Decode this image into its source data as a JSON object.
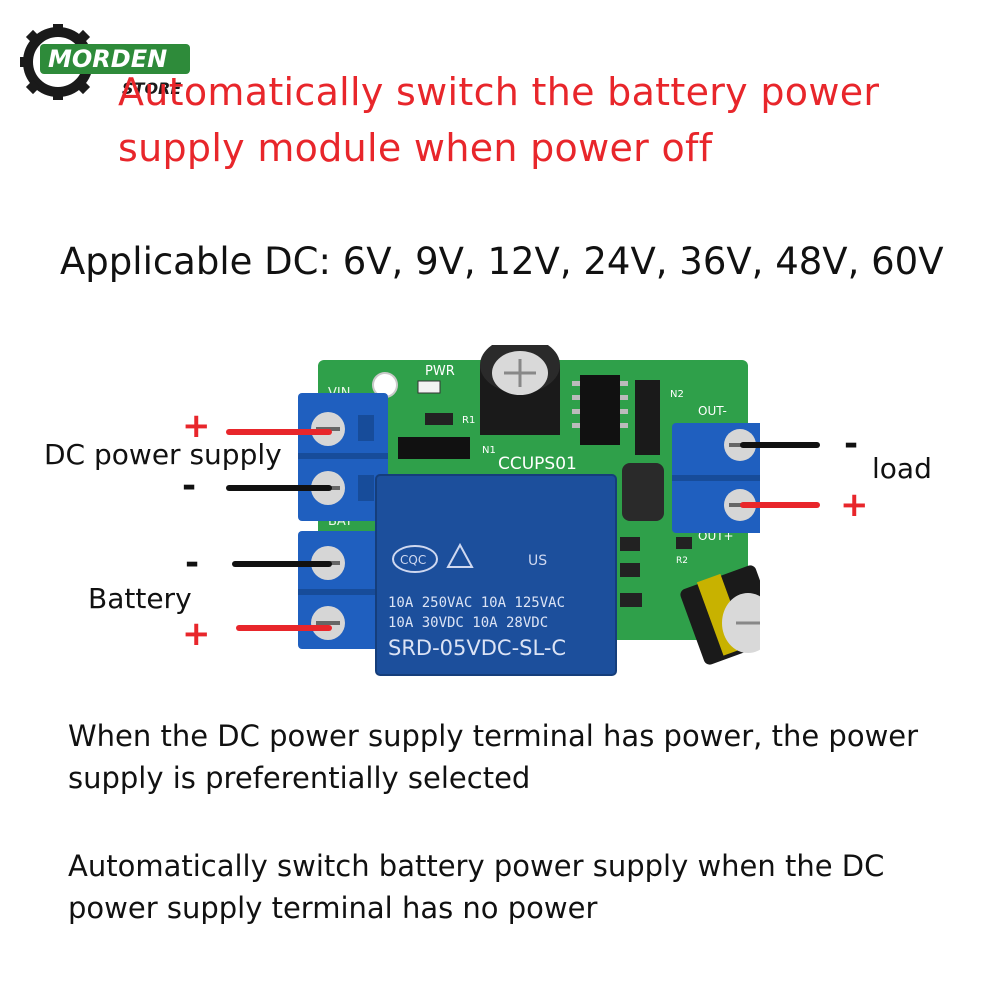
{
  "logo": {
    "brand": "MORDEN",
    "sub": "STORE"
  },
  "title": {
    "line1": "Automatically switch the battery power",
    "line2": "supply module when power off"
  },
  "applicable": "Applicable DC: 6V, 9V, 12V, 24V, 36V, 48V, 60V",
  "labels": {
    "dc_power_supply": "DC power supply",
    "battery": "Battery",
    "load": "load",
    "plus": "+",
    "minus": "-"
  },
  "board": {
    "model": "CCUPS01",
    "pwr": "PWR",
    "vin": "VIN",
    "bat": "BAT",
    "out": "OUT-",
    "out_plus": "OUT+",
    "r1": "R1",
    "n1": "N1",
    "n2": "N2",
    "r2": "R2",
    "relay": {
      "cert1": "CQC",
      "cert2": "US",
      "line1": "10A 250VAC  10A 125VAC",
      "line2": "10A  30VDC  10A  28VDC",
      "model": "SRD-05VDC-SL-C"
    }
  },
  "desc1": "When the DC power supply terminal has power, the power supply is preferentially selected",
  "desc2": "Automatically switch battery power supply when the DC power supply terminal has no power",
  "colors": {
    "accent_red": "#e8262b",
    "pcb_green": "#2fa04a",
    "terminal_blue": "#1f5fbf",
    "relay_blue": "#1c4f9c"
  }
}
